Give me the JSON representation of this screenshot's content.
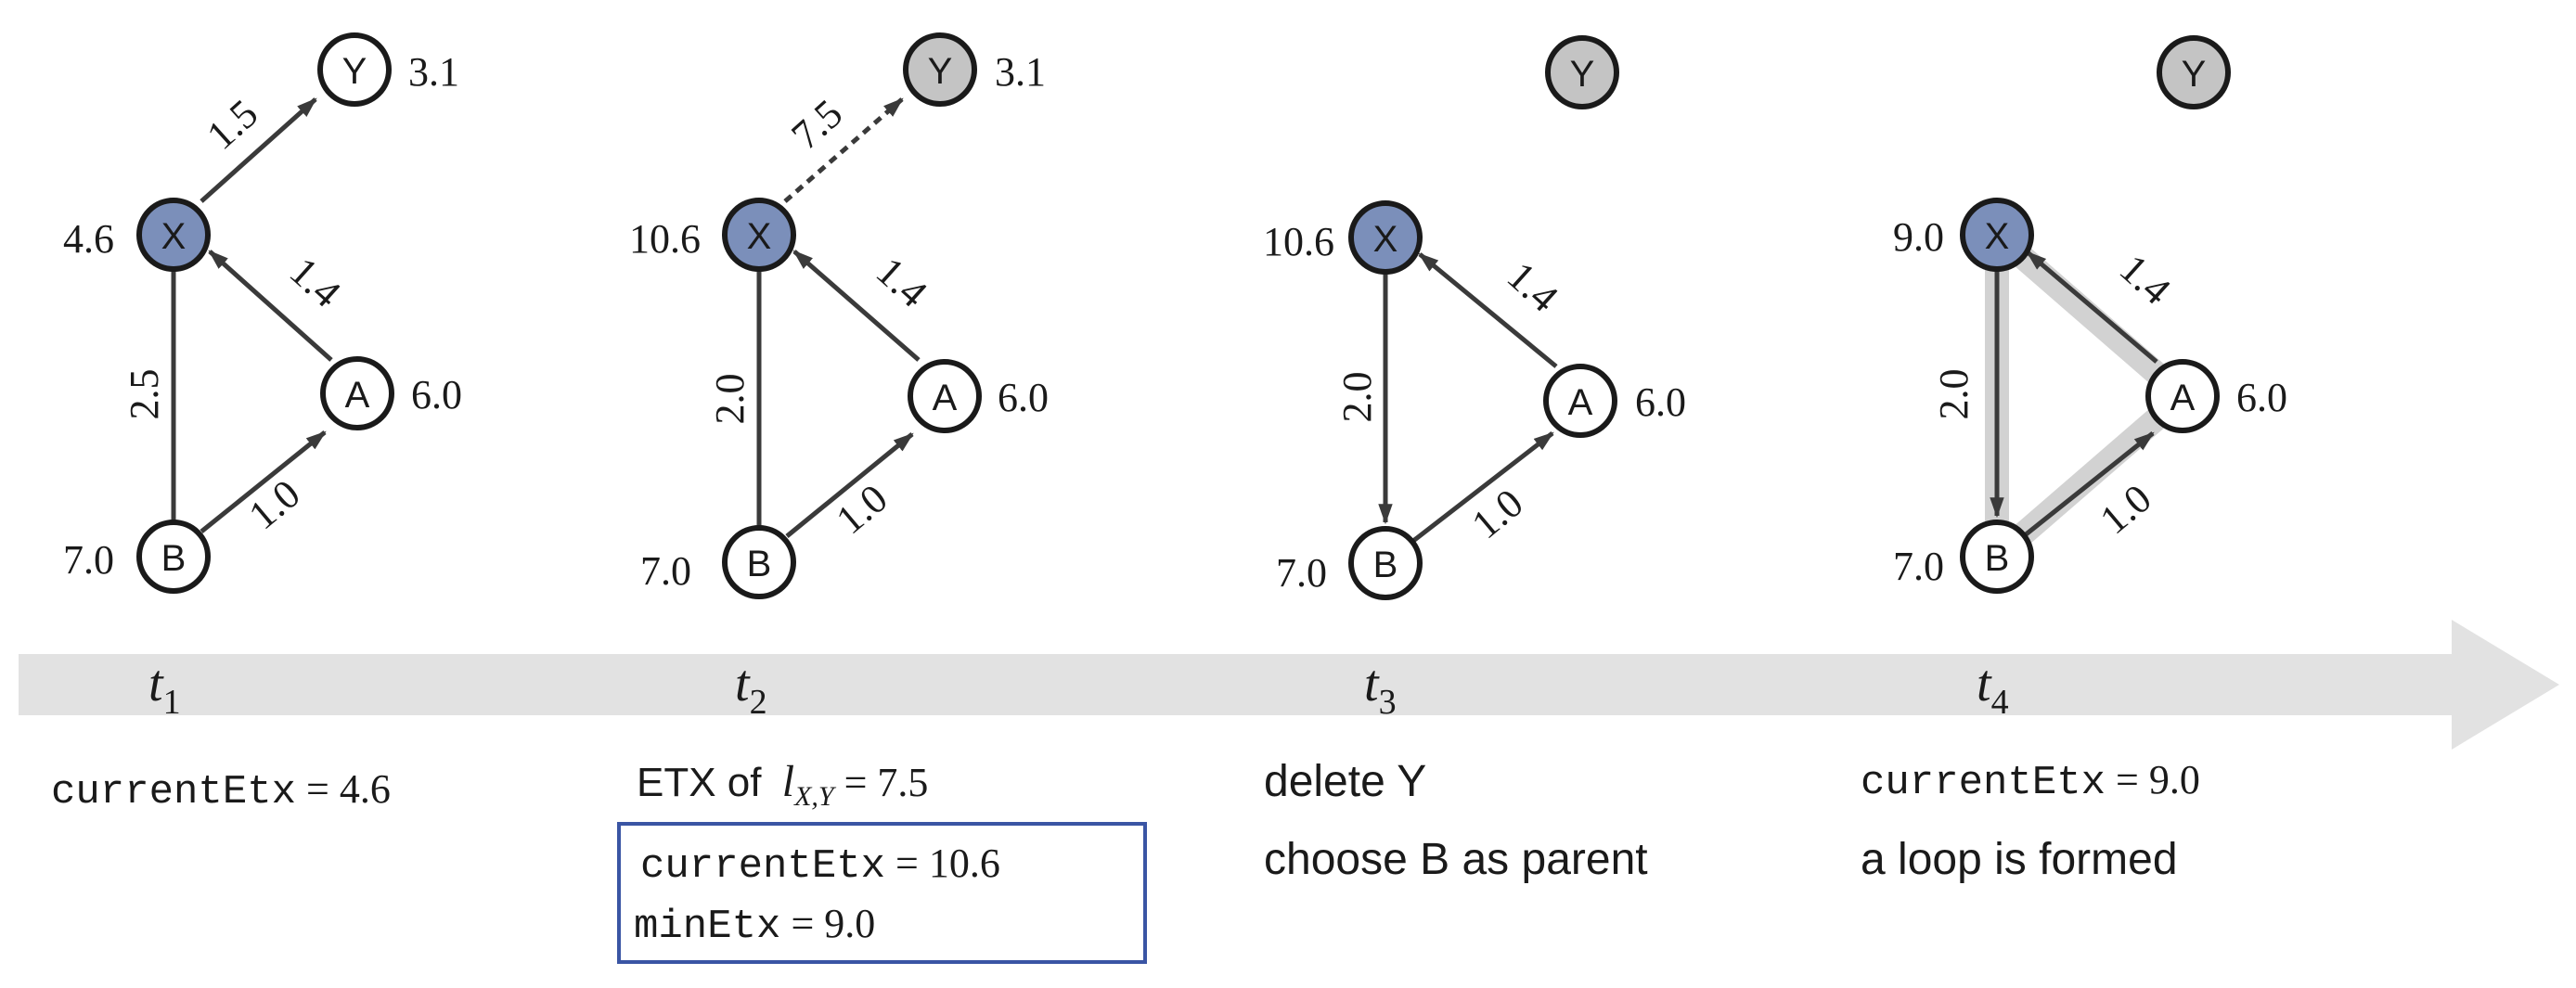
{
  "colors": {
    "node_highlight": "#7b8fba",
    "node_inactive": "#c4c4c4",
    "node_default": "#ffffff",
    "edge": "#3a3a3a",
    "timeline": "#e2e2e2",
    "loop_highlight": "#d2d2d2",
    "box_border": "#3a55a4"
  },
  "panels": [
    {
      "time_label": "t",
      "time_sub": "1",
      "nodes": {
        "X": "X",
        "Y": "Y",
        "A": "A",
        "B": "B"
      },
      "metrics": {
        "X": "4.6",
        "Y": "3.1",
        "A": "6.0",
        "B": "7.0"
      },
      "edges": {
        "xy": "1.5",
        "ax": "1.4",
        "xb": "2.5",
        "ba": "1.0"
      },
      "caption": {
        "code1": "currentEtx",
        "value1": " = 4.6"
      }
    },
    {
      "time_label": "t",
      "time_sub": "2",
      "nodes": {
        "X": "X",
        "Y": "Y",
        "A": "A",
        "B": "B"
      },
      "metrics": {
        "X": "10.6",
        "Y": "3.1",
        "A": "6.0",
        "B": "7.0"
      },
      "edges": {
        "xy": "7.5",
        "ax": "1.4",
        "xb": "2.0",
        "ba": "1.0"
      },
      "caption": {
        "line1_prefix": "ETX of ",
        "link_symbol": "l",
        "link_subscript": "X,Y",
        "line1_suffix": " = 7.5",
        "box_code1": "currentEtx",
        "box_value1": " = 10.6",
        "box_code2": "minEtx",
        "box_value2": " = 9.0"
      }
    },
    {
      "time_label": "t",
      "time_sub": "3",
      "nodes": {
        "X": "X",
        "Y": "Y",
        "A": "A",
        "B": "B"
      },
      "metrics": {
        "X": "10.6",
        "A": "6.0",
        "B": "7.0"
      },
      "edges": {
        "ax": "1.4",
        "xb": "2.0",
        "ba": "1.0"
      },
      "caption": {
        "line1": "delete Y",
        "line2": "choose B as parent"
      }
    },
    {
      "time_label": "t",
      "time_sub": "4",
      "nodes": {
        "X": "X",
        "Y": "Y",
        "A": "A",
        "B": "B"
      },
      "metrics": {
        "X": "9.0",
        "A": "6.0",
        "B": "7.0"
      },
      "edges": {
        "ax": "1.4",
        "xb": "2.0",
        "ba": "1.0"
      },
      "caption": {
        "code1": "currentEtx",
        "value1": " = 9.0",
        "line2": "a loop is formed"
      }
    }
  ]
}
